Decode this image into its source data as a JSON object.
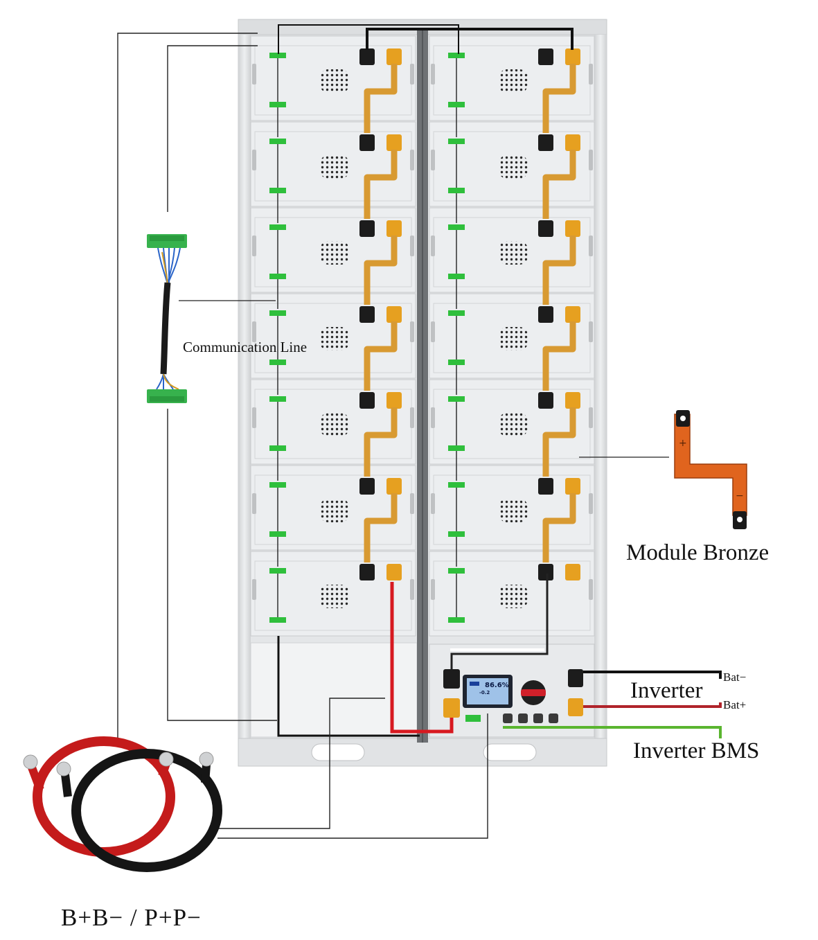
{
  "labels": {
    "communication_line": "Communication Line",
    "module_bronze": "Module Bronze",
    "inverter": "Inverter",
    "bat_neg": "Bat−",
    "bat_pos": "Bat+",
    "inverter_bms": "Inverter BMS",
    "power_cables": "B+B− / P+P−"
  },
  "control_box": {
    "display_soc": "86.6%",
    "display_current": "-0.2"
  },
  "busbar_plate": {
    "plus_mark": "+",
    "minus_mark": "−"
  },
  "colors": {
    "cabinet": "#e6e8ea",
    "module_face": "#eceef0",
    "busbar": "#d89a32",
    "connector_orange": "#e6a020",
    "connector_black": "#1c1c1c",
    "terminal_green": "#2fbf3c",
    "wire_red": "#d71920",
    "wire_black": "#111111",
    "wire_bms": "#5ab52f",
    "wire_batpos": "#b0232a",
    "copper_plate": "#e0641e",
    "lcd_screen": "#9fc2e8"
  }
}
